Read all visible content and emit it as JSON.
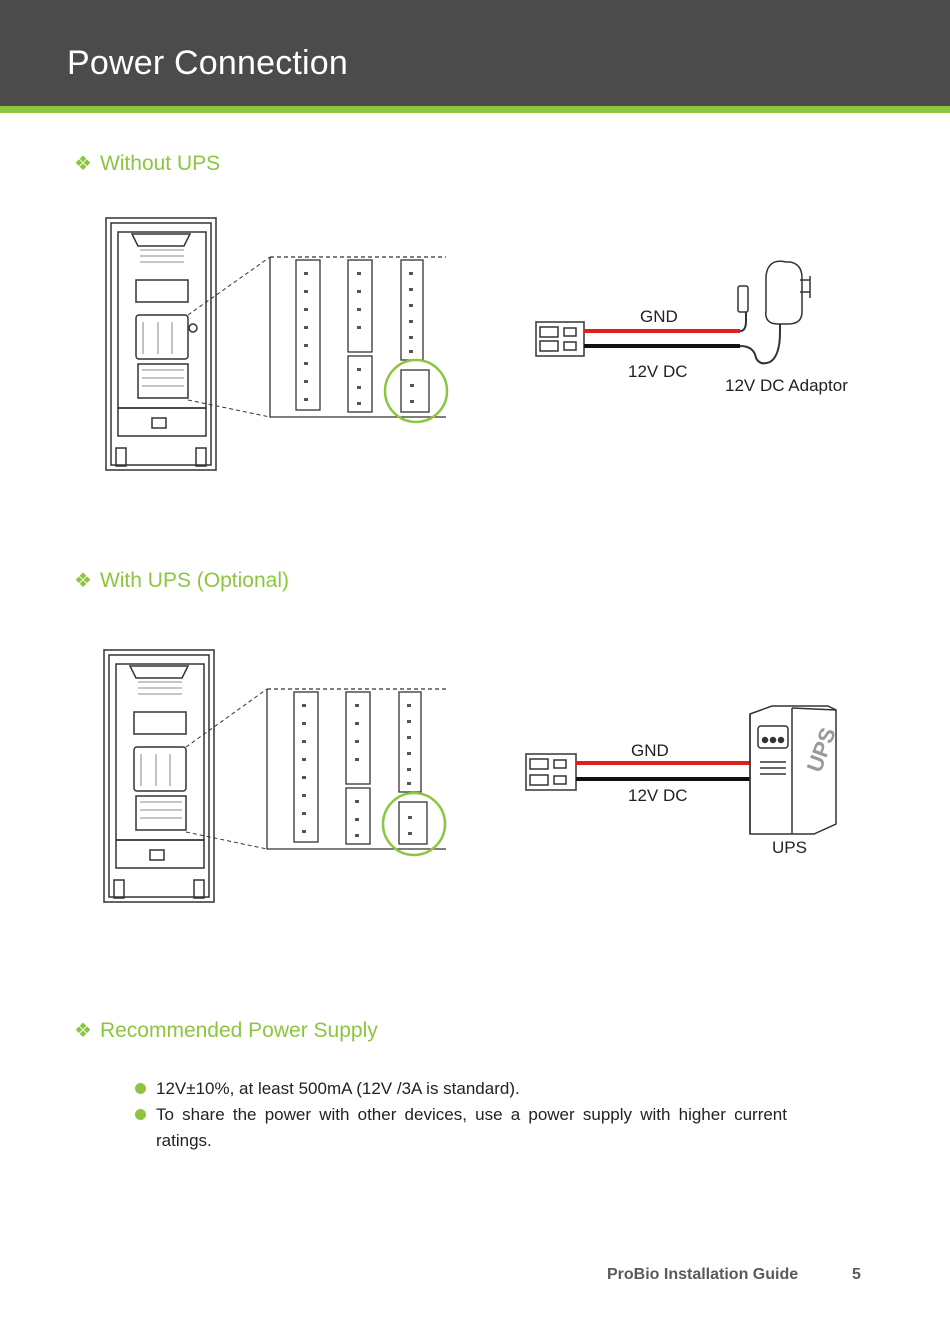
{
  "header": {
    "title": "Power Connection"
  },
  "sections": [
    {
      "heading": "Without UPS",
      "bullet_icon": "diamond-bullet-icon"
    },
    {
      "heading": "With UPS (Optional)",
      "bullet_icon": "diamond-bullet-icon"
    },
    {
      "heading": "Recommended Power Supply",
      "bullet_icon": "diamond-bullet-icon"
    }
  ],
  "figure1": {
    "gnd_label": "GND",
    "dc_label": "12V DC",
    "adaptor_label": "12V DC Adaptor"
  },
  "figure2": {
    "gnd_label": "GND",
    "dc_label": "12V DC",
    "ups_label": "UPS",
    "ups_box_text": "UPS"
  },
  "recommendations": [
    "12V±10%, at least 500mA (12V /3A is standard).",
    "To share the power with other devices, use a power supply with higher current ratings."
  ],
  "footer": {
    "title": "ProBio Installation Guide",
    "page": "5"
  },
  "colors": {
    "accent": "#8cc63f",
    "header_bg": "#4b4b4b",
    "wire_red": "#e0201b",
    "wire_black": "#111111"
  }
}
